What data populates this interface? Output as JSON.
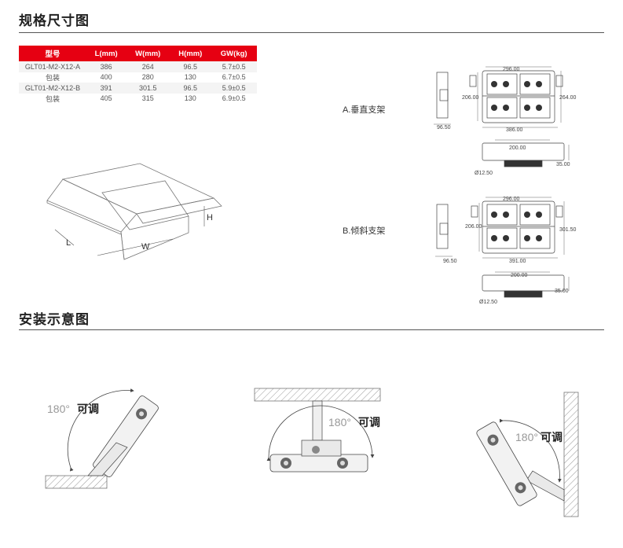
{
  "spec_section": {
    "title": "规格尺寸图",
    "table": {
      "headers": [
        "型号",
        "L(mm)",
        "W(mm)",
        "H(mm)",
        "GW(kg)"
      ],
      "rows": [
        [
          "GLT01-M2-X12-A",
          "386",
          "264",
          "96.5",
          "5.7±0.5"
        ],
        [
          "包装",
          "400",
          "280",
          "130",
          "6.7±0.5"
        ],
        [
          "GLT01-M2-X12-B",
          "391",
          "301.5",
          "96.5",
          "5.9±0.5"
        ],
        [
          "包装",
          "405",
          "315",
          "130",
          "6.9±0.5"
        ]
      ]
    },
    "box_labels": {
      "h": "H",
      "l": "L",
      "w": "W"
    },
    "bracket_a": {
      "label": "A.垂直支架",
      "dims": {
        "top": "296.00",
        "left": "206.00",
        "right": "264.00",
        "bottom": "386.00",
        "side": "96.50",
        "side_view_width": "200.00",
        "side_view_height": "35.00",
        "side_view_hole": "Ø12.50"
      }
    },
    "bracket_b": {
      "label": "B.倾斜支架",
      "dims": {
        "top": "296.00",
        "left": "206.00",
        "right": "301.50",
        "bottom": "391.00",
        "side": "96.50",
        "side_view_width": "200.00",
        "side_view_height": "35.00",
        "side_view_hole": "Ø12.50"
      }
    }
  },
  "install_section": {
    "title": "安装示意图",
    "diagrams": [
      {
        "angle": "180°",
        "text": "可调"
      },
      {
        "angle": "180°",
        "text": "可调"
      },
      {
        "angle": "180°",
        "text": "可调"
      }
    ]
  }
}
